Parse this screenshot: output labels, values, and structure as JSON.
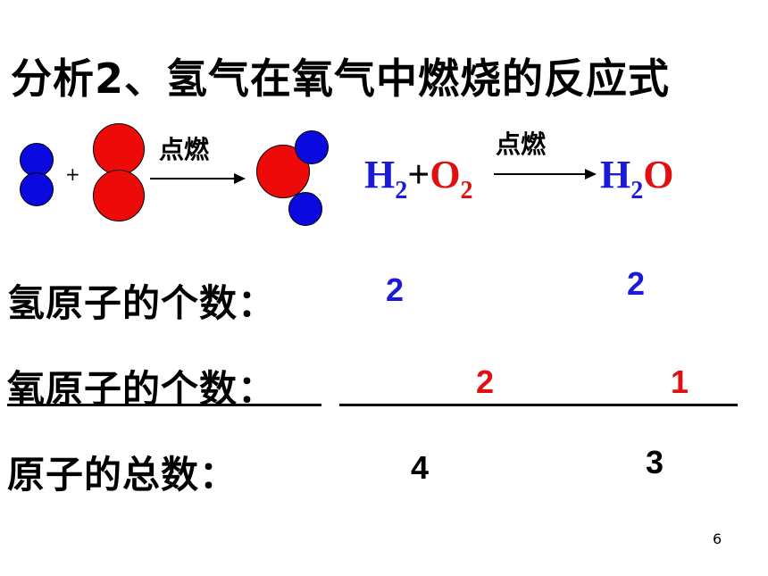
{
  "title": "分析2、氢气在氧气中燃烧的反应式",
  "diagram": {
    "plus": "+",
    "condition": "点燃"
  },
  "equation": {
    "reactant1": "H",
    "reactant1_sub": "2",
    "plus": "+",
    "reactant2": "O",
    "reactant2_sub": "2",
    "condition": "点燃",
    "product": "H",
    "product_sub": "2",
    "product2": "O"
  },
  "rows": [
    {
      "label": "氢原子的个数：",
      "left_value": "2",
      "right_value": "2",
      "color": "#1a1ad8"
    },
    {
      "label": "氧原子的个数：",
      "left_value": "2",
      "right_value": "1",
      "color": "#e01010"
    },
    {
      "label": "原子的总数：",
      "left_value": "4",
      "right_value": "3",
      "color": "#000000"
    }
  ],
  "colors": {
    "hydrogen": "#0a0adf",
    "oxygen": "#ef0a0a"
  },
  "page_number": "6"
}
